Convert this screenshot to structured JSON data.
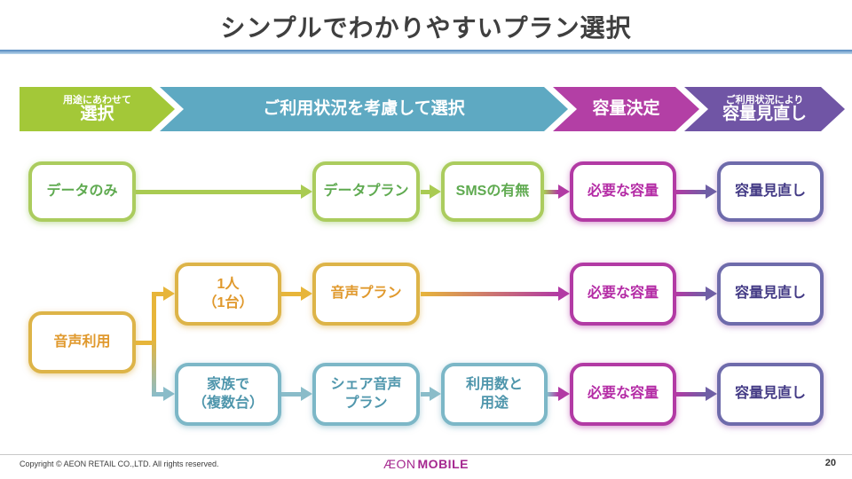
{
  "title": "シンプルでわかりやすいプラン選択",
  "process_steps": [
    {
      "subtitle": "用途にあわせて",
      "label": "選択",
      "color": "#a3c838"
    },
    {
      "subtitle": "",
      "label": "ご利用状況を考慮して選択",
      "color": "#5ea9c2"
    },
    {
      "subtitle": "",
      "label": "容量決定",
      "color": "#b33fa5"
    },
    {
      "subtitle": "ご利用状況により",
      "label": "容量見直し",
      "color": "#7055a5"
    }
  ],
  "flow": {
    "data_only": "データのみ",
    "data_plan": "データプラン",
    "sms": "SMSの有無",
    "required_capacity_1": "必要な容量",
    "capacity_review_1": "容量見直し",
    "voice": "音声利用",
    "one_person": "1人\n（1台）",
    "voice_plan": "音声プラン",
    "required_capacity_2": "必要な容量",
    "capacity_review_2": "容量見直し",
    "family": "家族で\n（複数台）",
    "share_voice_plan": "シェア音声\nプラン",
    "usage_count": "利用数と\n用途",
    "required_capacity_3": "必要な容量",
    "capacity_review_3": "容量見直し"
  },
  "colors": {
    "green": "#a3c838",
    "blue": "#5ea9c2",
    "magenta": "#b33fa5",
    "purple": "#7055a5",
    "gold": "#e7b53a",
    "teal": "#7cb7c7"
  },
  "footer": {
    "copyright": "Copyright © AEON RETAIL CO.,LTD. All rights reserved.",
    "logo_aeon": "ÆON",
    "logo_mobile": "MOBILE",
    "page_number": "20"
  }
}
